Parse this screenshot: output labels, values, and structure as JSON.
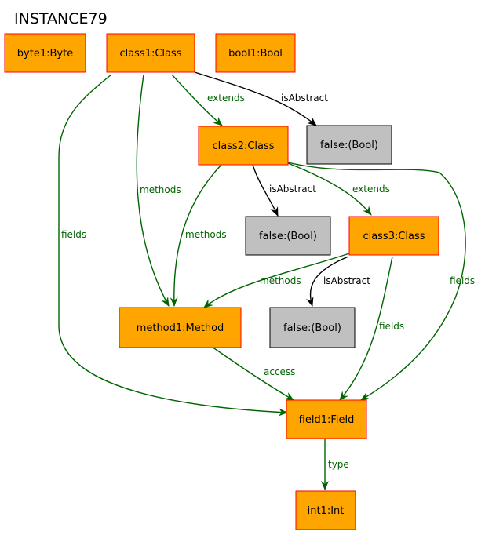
{
  "title": "INSTANCE79",
  "colors": {
    "object_fill": "#ffa500",
    "object_border": "#ff0000",
    "value_fill": "#c0c0c0",
    "value_border": "#000000",
    "reference_edge": "#006400",
    "attribute_edge": "#000000"
  },
  "nodes": {
    "byte1": {
      "label": "byte1:Byte",
      "kind": "object"
    },
    "class1": {
      "label": "class1:Class",
      "kind": "object"
    },
    "bool1": {
      "label": "bool1:Bool",
      "kind": "object"
    },
    "class2": {
      "label": "class2:Class",
      "kind": "object"
    },
    "false1": {
      "label": "false:(Bool)",
      "kind": "value"
    },
    "false2": {
      "label": "false:(Bool)",
      "kind": "value"
    },
    "class3": {
      "label": "class3:Class",
      "kind": "object"
    },
    "method1": {
      "label": "method1:Method",
      "kind": "object"
    },
    "false3": {
      "label": "false:(Bool)",
      "kind": "value"
    },
    "field1": {
      "label": "field1:Field",
      "kind": "object"
    },
    "int1": {
      "label": "int1:Int",
      "kind": "object"
    }
  },
  "edges": {
    "c1_extends_c2": {
      "from": "class1",
      "to": "class2",
      "label": "extends",
      "kind": "reference"
    },
    "c1_isabstract": {
      "from": "class1",
      "to": "false1",
      "label": "isAbstract",
      "kind": "attribute"
    },
    "c1_methods": {
      "from": "class1",
      "to": "method1",
      "label": "methods",
      "kind": "reference"
    },
    "c1_fields": {
      "from": "class1",
      "to": "field1",
      "label": "fields",
      "kind": "reference"
    },
    "c2_isabstract": {
      "from": "class2",
      "to": "false2",
      "label": "isAbstract",
      "kind": "attribute"
    },
    "c2_extends_c3": {
      "from": "class2",
      "to": "class3",
      "label": "extends",
      "kind": "reference"
    },
    "c2_methods": {
      "from": "class2",
      "to": "method1",
      "label": "methods",
      "kind": "reference"
    },
    "c2_fields": {
      "from": "class2",
      "to": "field1",
      "label": "fields",
      "kind": "reference"
    },
    "c3_methods": {
      "from": "class3",
      "to": "method1",
      "label": "methods",
      "kind": "reference"
    },
    "c3_isabstract": {
      "from": "class3",
      "to": "false3",
      "label": "isAbstract",
      "kind": "attribute"
    },
    "c3_fields": {
      "from": "class3",
      "to": "field1",
      "label": "fields",
      "kind": "reference"
    },
    "m1_access": {
      "from": "method1",
      "to": "field1",
      "label": "access",
      "kind": "reference"
    },
    "f1_type": {
      "from": "field1",
      "to": "int1",
      "label": "type",
      "kind": "reference"
    }
  }
}
